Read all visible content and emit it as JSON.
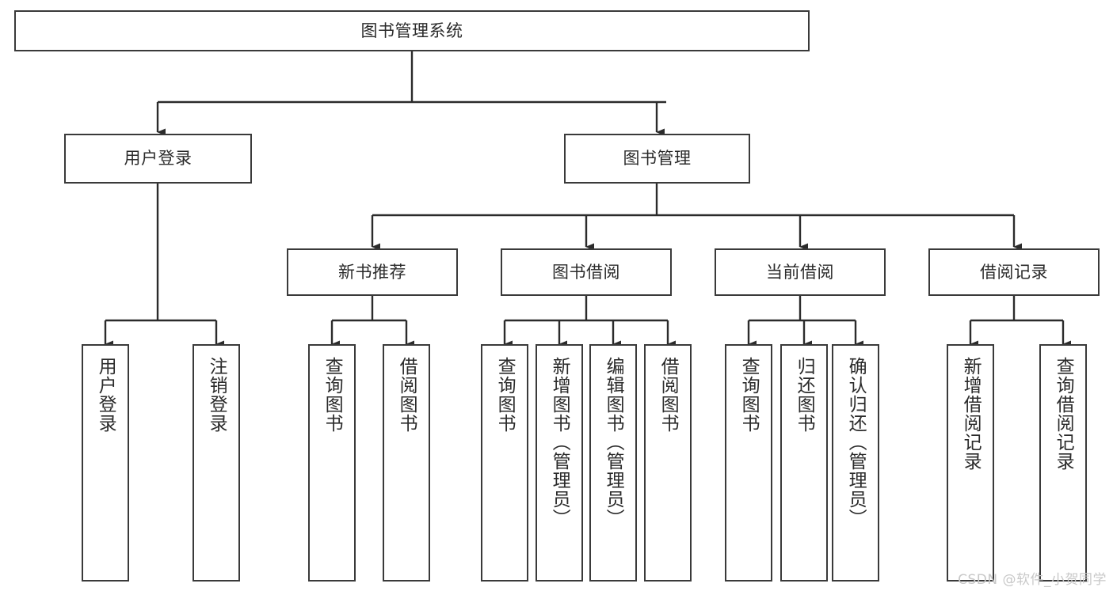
{
  "diagram": {
    "title": "图书管理系统",
    "type": "tree-hierarchy-diagram",
    "colors": {
      "box_border": "#3a3a3a",
      "box_fill": "#ffffff",
      "edge": "#2b2b2b",
      "text": "#2b2b2b",
      "watermark": "#c8c8c8",
      "background": "#ffffff"
    },
    "root": {
      "label": "图书管理系统"
    },
    "level2": [
      {
        "label": "用户登录"
      },
      {
        "label": "图书管理"
      }
    ],
    "level3": [
      {
        "label": "新书推荐"
      },
      {
        "label": "图书借阅"
      },
      {
        "label": "当前借阅"
      },
      {
        "label": "借阅记录"
      }
    ],
    "leaves": {
      "user_login": [
        {
          "label": "用户登录"
        },
        {
          "label": "注销登录"
        }
      ],
      "new_book_recommend": [
        {
          "label": "查询图书"
        },
        {
          "label": "借阅图书"
        }
      ],
      "book_borrow": [
        {
          "label": "查询图书"
        },
        {
          "label": "新增图书（管理员）"
        },
        {
          "label": "编辑图书（管理员）"
        },
        {
          "label": "借阅图书"
        }
      ],
      "current_borrow": [
        {
          "label": "查询图书"
        },
        {
          "label": "归还图书"
        },
        {
          "label": "确认归还（管理员）"
        }
      ],
      "borrow_record": [
        {
          "label": "新增借阅记录"
        },
        {
          "label": "查询借阅记录"
        }
      ]
    },
    "watermark": "CSDN @软件_小贺同学"
  }
}
